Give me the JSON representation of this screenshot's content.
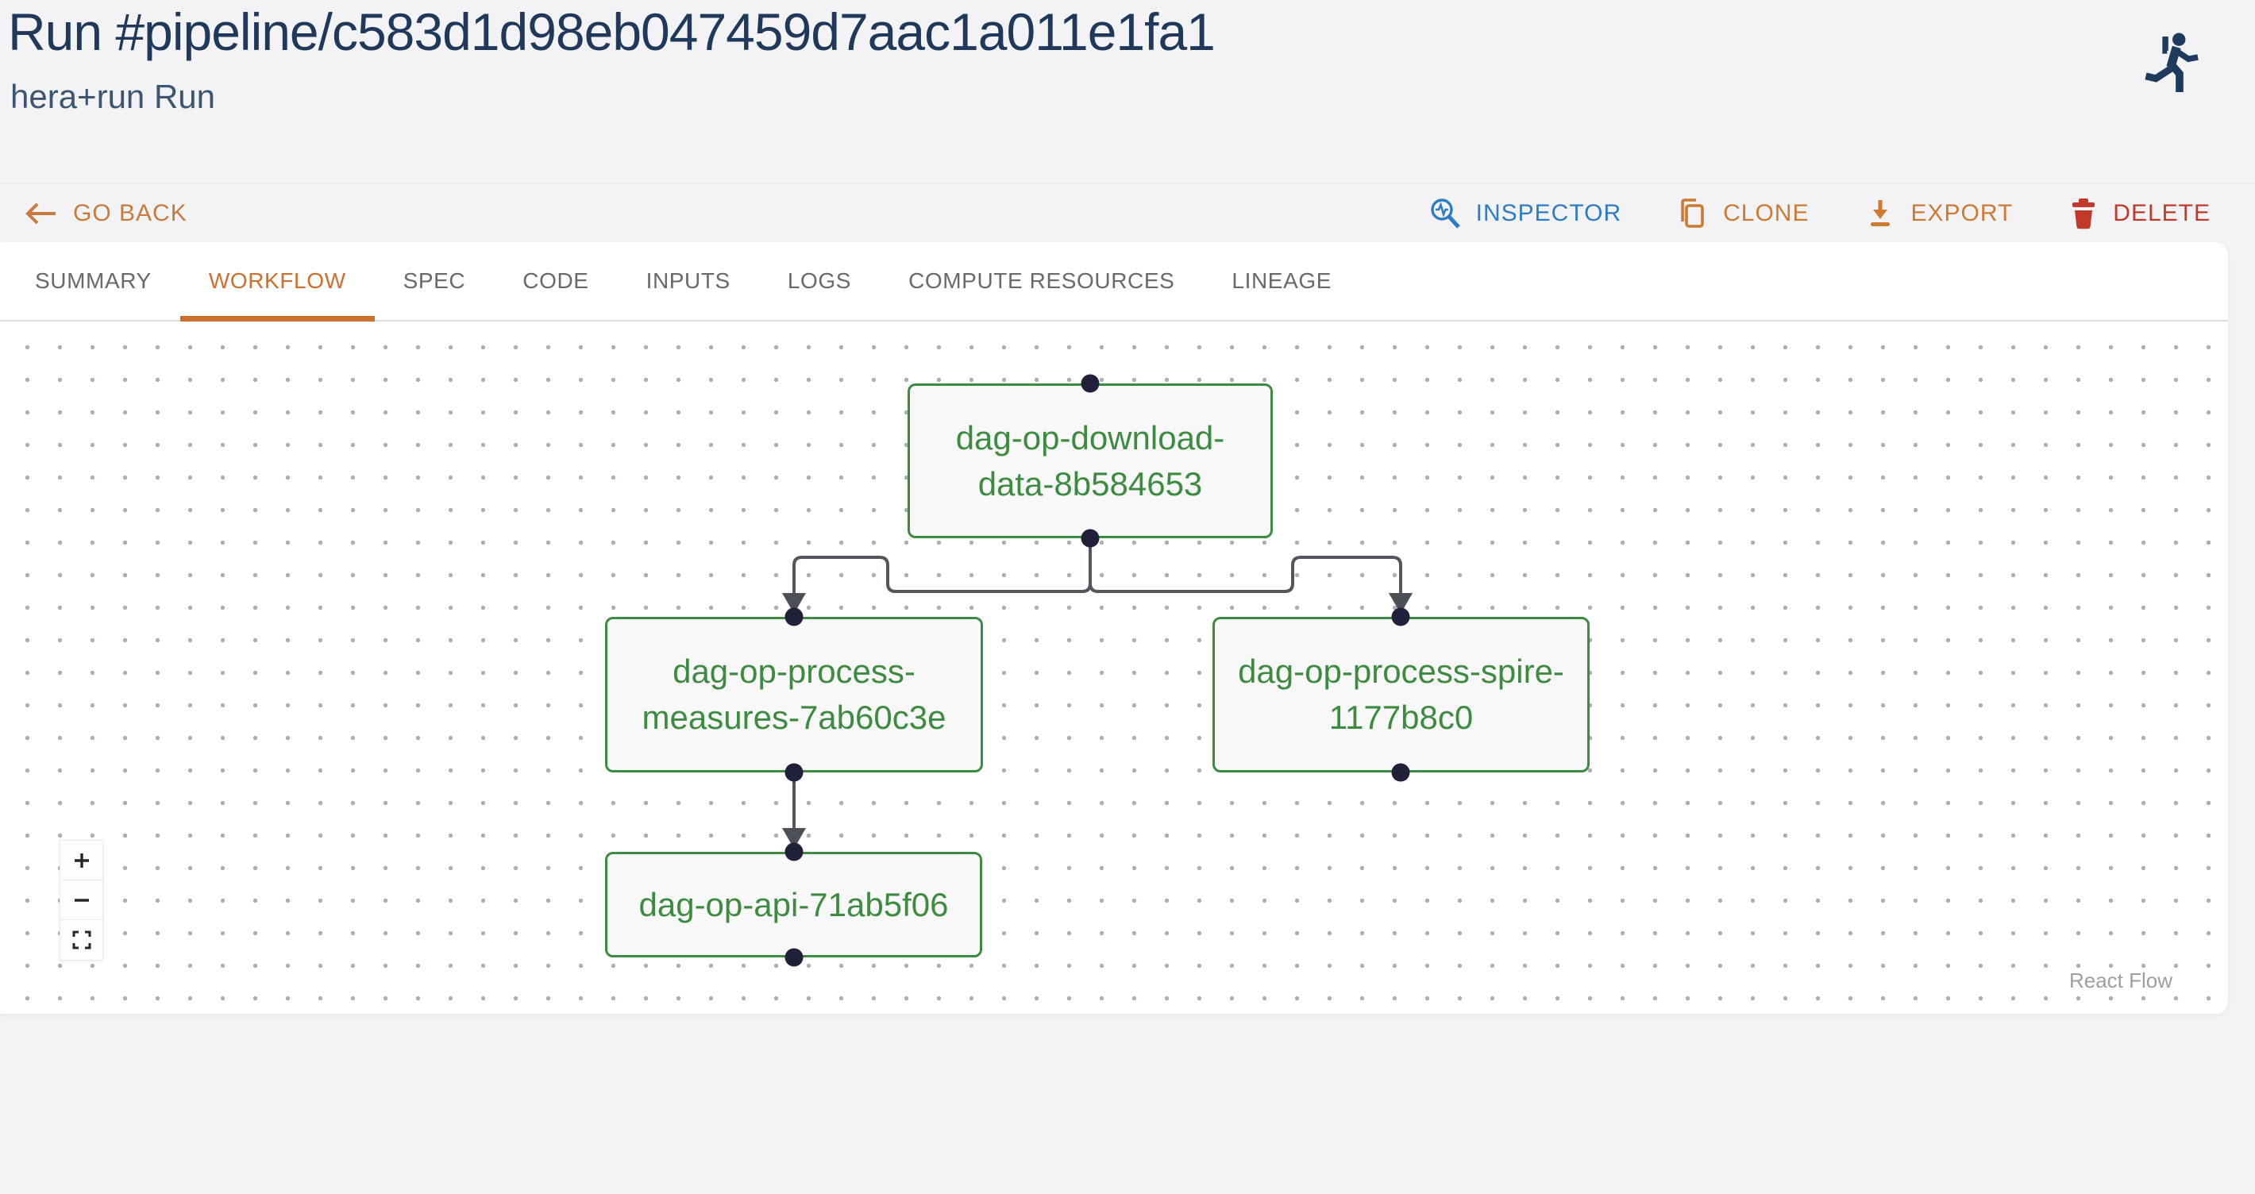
{
  "header": {
    "title": "Run #pipeline/c583d1d98eb047459d7aac1a011e1fa1",
    "subtitle": "hera+run Run",
    "status_icon": "person-running"
  },
  "toolbar": {
    "go_back": {
      "label": "GO BACK",
      "icon": "arrow-left",
      "color": "#c87b3e"
    },
    "actions": [
      {
        "label": "INSPECTOR",
        "icon": "magnifier-pulse",
        "color": "#2e7cc3"
      },
      {
        "label": "CLONE",
        "icon": "copy",
        "color": "#cd7a33"
      },
      {
        "label": "EXPORT",
        "icon": "download",
        "color": "#cd7a33"
      },
      {
        "label": "DELETE",
        "icon": "trash",
        "color": "#c0392b"
      }
    ]
  },
  "tabs": {
    "active": "WORKFLOW",
    "active_color": "#cf6f2d",
    "items": [
      "SUMMARY",
      "WORKFLOW",
      "SPEC",
      "CODE",
      "INPUTS",
      "LOGS",
      "COMPUTE RESOURCES",
      "LINEAGE"
    ]
  },
  "workflow": {
    "nodes": [
      {
        "label": "dag-op-download-data-8b584653",
        "lines": [
          "dag-op-download-",
          "data-8b584653"
        ]
      },
      {
        "label": "dag-op-process-measures-7ab60c3e",
        "lines": [
          "dag-op-process-",
          "measures-7ab60c3e"
        ]
      },
      {
        "label": "dag-op-process-spire-1177b8c0",
        "lines": [
          "dag-op-process-spire-",
          "1177b8c0"
        ]
      },
      {
        "label": "dag-op-api-71ab5f06",
        "lines": [
          "dag-op-api-71ab5f06"
        ]
      }
    ],
    "edges": [
      {
        "from": "dag-op-download-data-8b584653",
        "to": "dag-op-process-measures-7ab60c3e"
      },
      {
        "from": "dag-op-download-data-8b584653",
        "to": "dag-op-process-spire-1177b8c0"
      },
      {
        "from": "dag-op-process-measures-7ab60c3e",
        "to": "dag-op-api-71ab5f06"
      }
    ],
    "node_border_color": "#3d8b40",
    "node_text_color": "#3d8b40",
    "edge_color": "#53565c",
    "controls": [
      "zoom-in",
      "zoom-out",
      "fit-view"
    ],
    "attribution": "React Flow"
  }
}
